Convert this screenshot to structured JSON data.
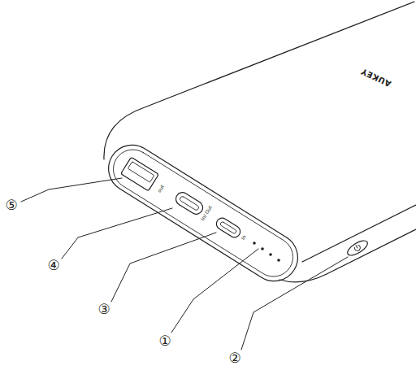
{
  "diagram": {
    "labels": [
      "AUKEY",
      "out",
      "In/ Out",
      "In",
      "⑤",
      "④",
      "③",
      "①",
      "②"
    ]
  }
}
